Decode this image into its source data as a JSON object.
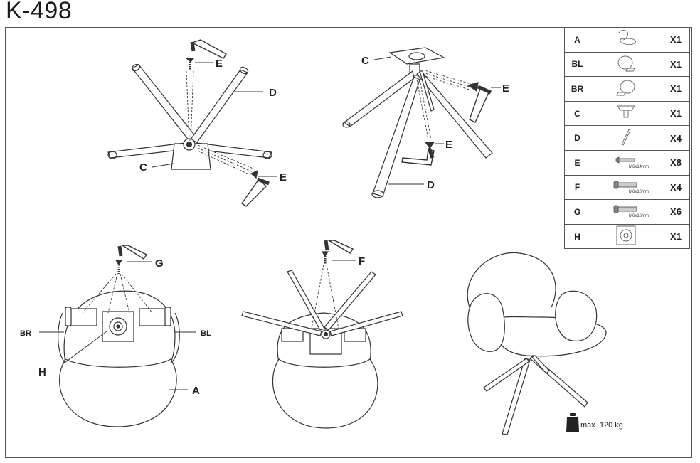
{
  "title": "K-498",
  "parts": [
    {
      "code": "A",
      "qty": "X1",
      "spec": "",
      "icon": "seat-icon"
    },
    {
      "code": "BL",
      "qty": "X1",
      "spec": "",
      "icon": "left-armrest-icon"
    },
    {
      "code": "BR",
      "qty": "X1",
      "spec": "",
      "icon": "right-armrest-icon"
    },
    {
      "code": "C",
      "qty": "X1",
      "spec": "",
      "icon": "mounting-plate-icon"
    },
    {
      "code": "D",
      "qty": "X4",
      "spec": "",
      "icon": "leg-icon"
    },
    {
      "code": "E",
      "qty": "X8",
      "spec": "M6x14mm",
      "icon": "screw-icon"
    },
    {
      "code": "F",
      "qty": "X4",
      "spec": "M6x10mm",
      "icon": "bolt-icon"
    },
    {
      "code": "G",
      "qty": "X6",
      "spec": "M6x18mm",
      "icon": "bolt-icon"
    },
    {
      "code": "H",
      "qty": "X1",
      "spec": "",
      "icon": "swivel-plate-icon"
    }
  ],
  "callouts": {
    "step1": {
      "c": "C",
      "d": "D",
      "e_top": "E",
      "e_bottom": "E"
    },
    "step2": {
      "c": "C",
      "d": "D",
      "e_right": "E",
      "e_mid": "E"
    },
    "step3": {
      "g": "G",
      "br": "BR",
      "bl": "BL",
      "h": "H",
      "a": "A"
    },
    "step4": {
      "f": "F"
    }
  },
  "max_load": "max. 120 kg",
  "colors": {
    "line": "#333333",
    "frame": "#555555"
  }
}
